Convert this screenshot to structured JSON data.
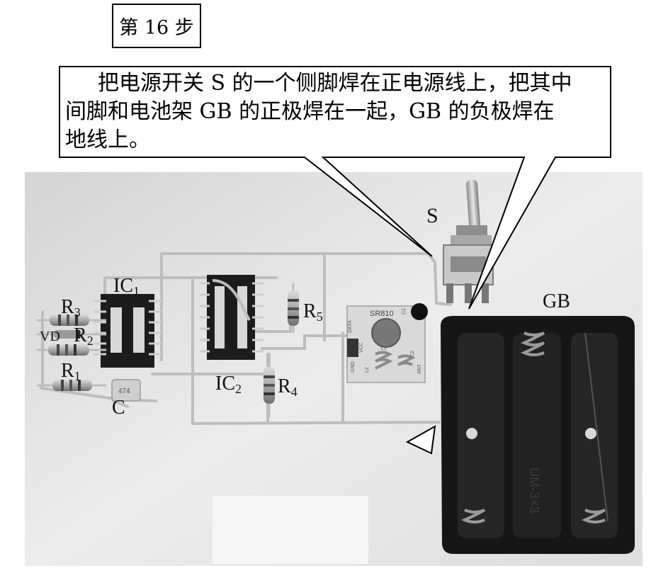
{
  "step_label": "第 16 步",
  "instruction": {
    "line1": "把电源开关 S 的一个侧脚焊在正电源线上，把其中",
    "line2": "间脚和电池架 GB 的正极焊在一起，GB 的负极焊在",
    "line3": "地线上。"
  },
  "component_labels": {
    "S": "S",
    "GB": "GB",
    "IC1": {
      "base": "IC",
      "sub": "1"
    },
    "IC2": {
      "base": "IC",
      "sub": "2"
    },
    "R1": {
      "base": "R",
      "sub": "1"
    },
    "R2": {
      "base": "R",
      "sub": "2"
    },
    "R3": {
      "base": "R",
      "sub": "3"
    },
    "R4": {
      "base": "R",
      "sub": "4"
    },
    "R5": {
      "base": "R",
      "sub": "5"
    },
    "VD": "VD",
    "C": "C"
  },
  "board_markings": {
    "module_name": "SR810",
    "pin_data": "DATA",
    "pin_vcc": "VCC",
    "pin_gnd": "GND",
    "pin_ant": "ANT",
    "coil_l1": "L1",
    "coil_l2": "L2",
    "cap_c1": "C1",
    "cap_c2": "C2",
    "capacitor_code": "474",
    "battery_molding": "UM-3×3"
  },
  "colors": {
    "photo_background": "#e8e8e8",
    "battery_holder": "#141414",
    "wire": "#c2c2c2",
    "pcb": "#d5d5d5"
  }
}
